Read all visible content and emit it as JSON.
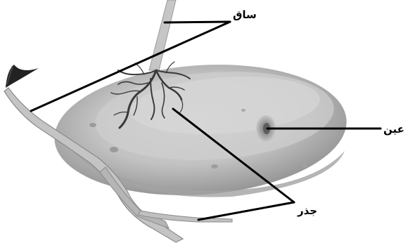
{
  "labels": {
    "stem": "ساق",
    "eye": "عين",
    "root": "جذر"
  },
  "colors": {
    "leader_line": "#000000",
    "tuber_outer": "#9e9e9e",
    "tuber_inner": "#c9c9c9",
    "stem": "#c4c4c4",
    "stem_outline": "#8a8a8a",
    "roots": "#3a3a3a"
  }
}
